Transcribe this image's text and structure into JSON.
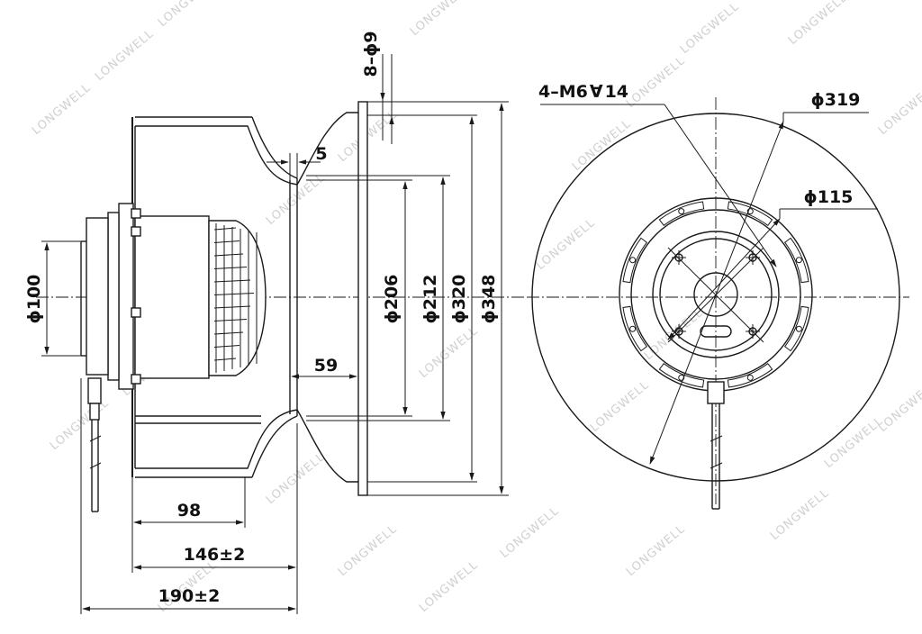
{
  "watermark": "LONGWELL",
  "dimensions": {
    "d100": "ϕ100",
    "d206": "ϕ206",
    "d212": "ϕ212",
    "d320": "ϕ320",
    "d348": "ϕ348",
    "d319": "ϕ319",
    "d115": "ϕ115",
    "holes_8": "8–ϕ9",
    "thread": "4–M6",
    "thread_depth": "14",
    "gap5": "5",
    "len59": "59",
    "len98": "98",
    "len146": "146±2",
    "len190": "190±2"
  }
}
